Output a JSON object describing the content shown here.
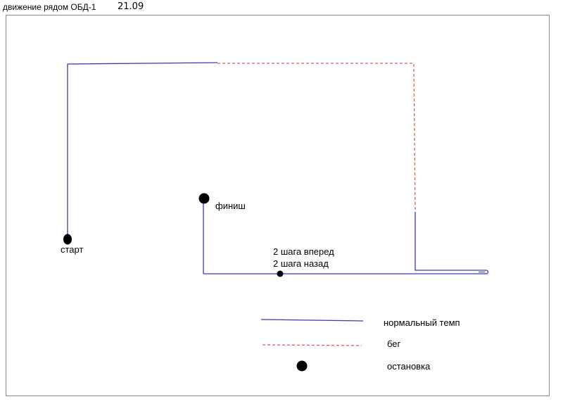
{
  "header": {
    "title": "движение рядом ОБД-1",
    "date": "21.09"
  },
  "diagram": {
    "colors": {
      "normal_path": "#3a3ab8",
      "run_path": "#e05a5a",
      "stop_marker": "#000000",
      "frame": "#8a8a8a"
    },
    "labels": {
      "start": "старт",
      "finish": "финиш",
      "steps_forward": "2 шага вперед",
      "steps_back": "2 шага назад"
    }
  },
  "legend": {
    "normal_pace": "нормальный темп",
    "run": "бег",
    "stop": "остановка"
  }
}
